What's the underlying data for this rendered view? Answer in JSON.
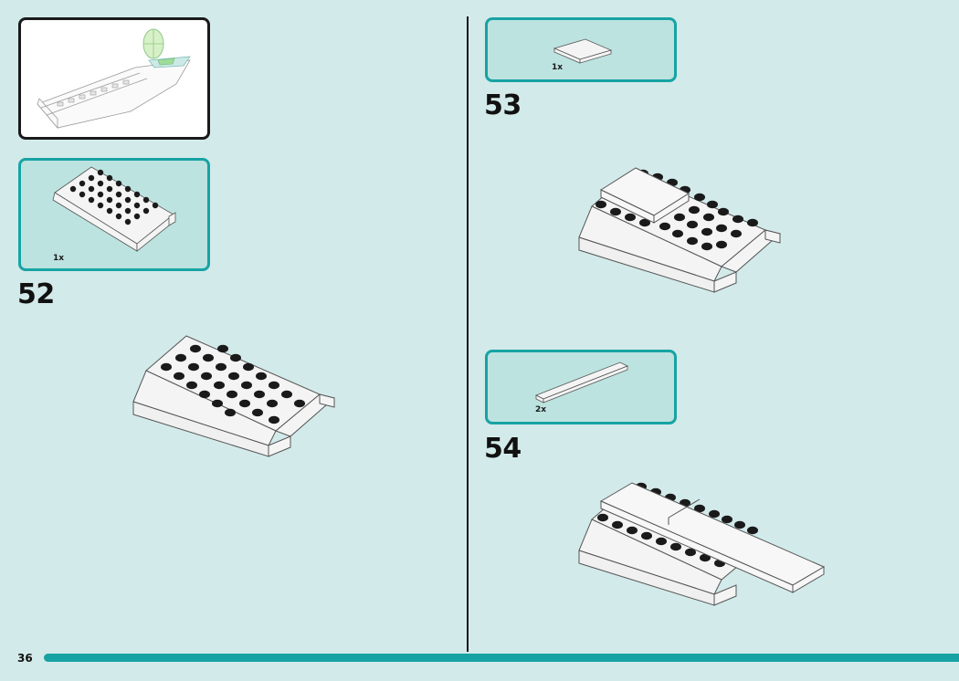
{
  "page": {
    "number": "36"
  },
  "steps": [
    {
      "number": "52",
      "part_quantity": "1x",
      "part": "brick-slope-plate-icon"
    },
    {
      "number": "53",
      "part_quantity": "1x",
      "part": "flat-tile-icon"
    },
    {
      "number": "54",
      "part_quantity": "2x",
      "part": "long-flat-tile-icon"
    }
  ],
  "colors": {
    "background": "#d3eaea",
    "accent": "#17a3a3",
    "callout_fill": "#bce3e0",
    "stud": "#1a1a1a",
    "brick": "#f4f4f4"
  }
}
